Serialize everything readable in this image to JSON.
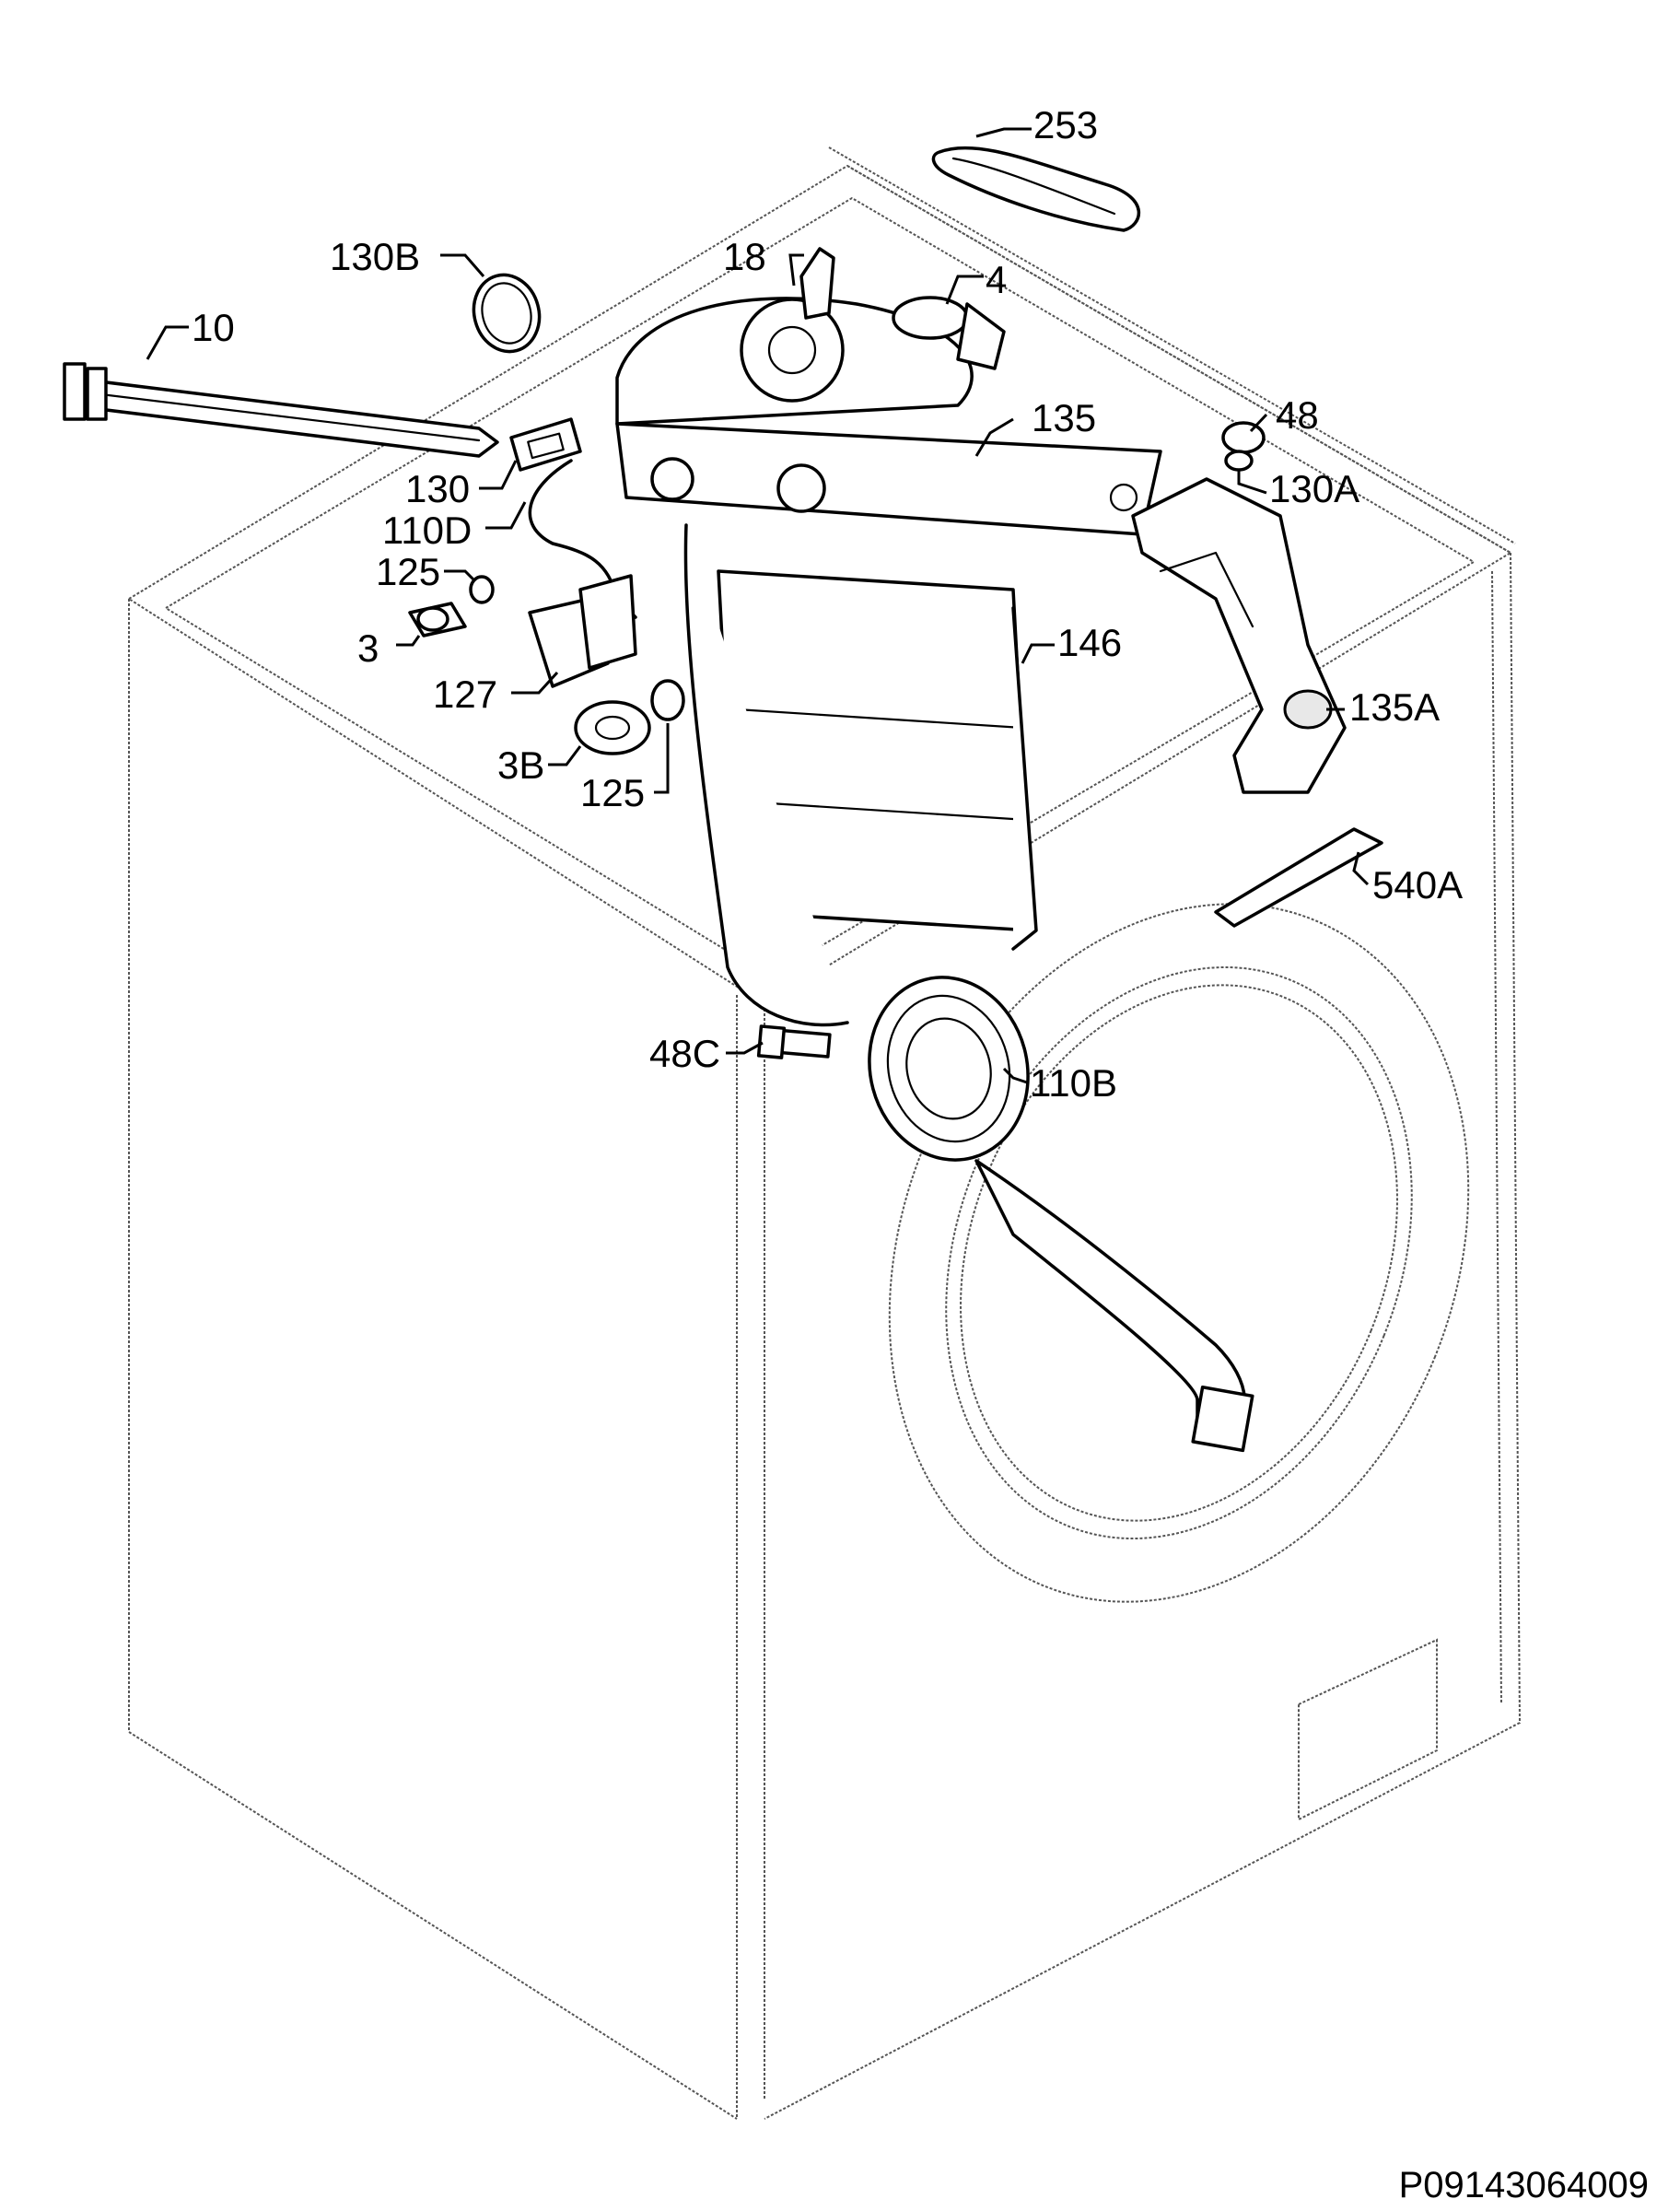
{
  "document_code": "P09143064009",
  "callouts": {
    "c253": "253",
    "c130B": "130B",
    "c18": "18",
    "c4": "4",
    "c10": "10",
    "c135": "135",
    "c48": "48",
    "c130A": "130A",
    "c130": "130",
    "c110D": "110D",
    "c125a": "125",
    "c3": "3",
    "c146": "146",
    "c127": "127",
    "c135A": "135A",
    "c3B": "3B",
    "c125b": "125",
    "c540A": "540A",
    "c48C": "48C",
    "c110B": "110B"
  }
}
